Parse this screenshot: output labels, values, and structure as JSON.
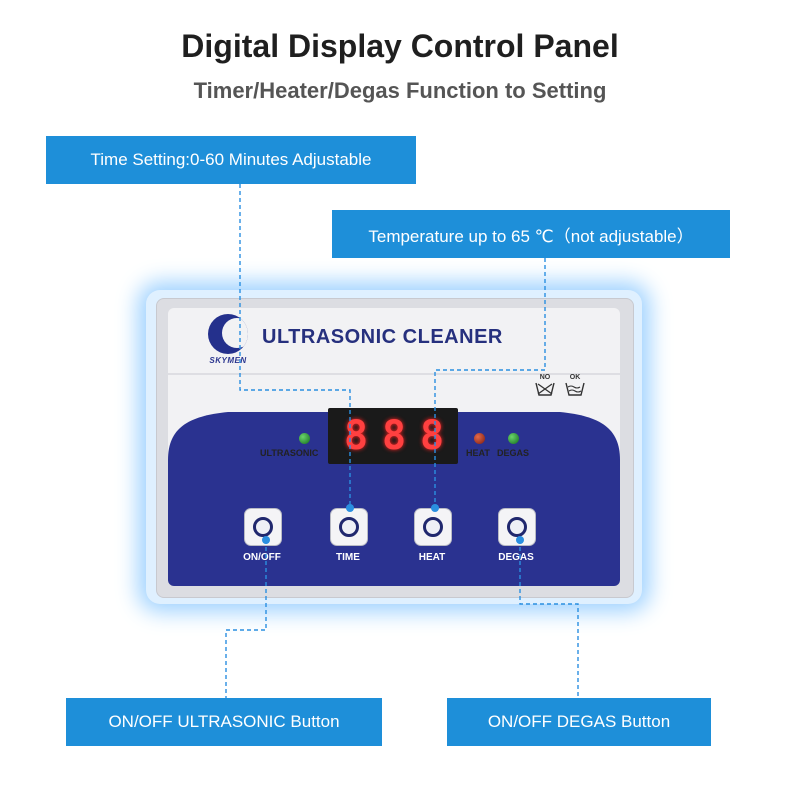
{
  "header": {
    "title": "Digital Display Control Panel",
    "subtitle": "Timer/Heater/Degas Function to Setting"
  },
  "callouts": {
    "time_setting": "Time Setting:0-60 Minutes Adjustable",
    "temperature": "Temperature up to 65 ℃（not adjustable）",
    "onoff_ultrasonic": "ON/OFF ULTRASONIC Button",
    "onoff_degas": "ON/OFF DEGAS Button"
  },
  "panel": {
    "brand": "SKYMEN",
    "title": "ULTRASONIC CLEANER",
    "display_digits": [
      "8",
      "8",
      "8"
    ],
    "indicators": {
      "ultrasonic": "ULTRASONIC",
      "heat": "HEAT",
      "degas": "DEGAS"
    },
    "wash_icons": {
      "no": "NO",
      "ok": "OK"
    },
    "buttons": [
      {
        "label": "ON/OFF"
      },
      {
        "label": "TIME"
      },
      {
        "label": "HEAT"
      },
      {
        "label": "DEGAS"
      }
    ]
  },
  "colors": {
    "callout_bg": "#1e8fd9",
    "panel_navy": "#2a3290",
    "glow": "#9fd2ff"
  }
}
